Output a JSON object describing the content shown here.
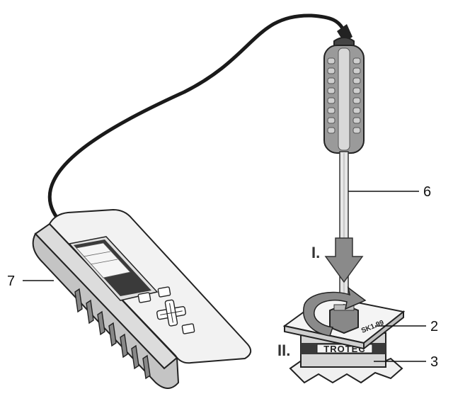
{
  "callouts": {
    "c6": "6",
    "c2": "2",
    "c3": "3",
    "c7": "7"
  },
  "steps": {
    "step1": "I.",
    "step2": "II."
  },
  "labels": {
    "brand": "TROTEC",
    "sensor_tag": "SK1.99"
  },
  "colors": {
    "outline": "#222222",
    "arrow_fill": "#8a8a8a",
    "screen": "#3a3a3a",
    "device_body": "#f2f2f2"
  },
  "icons": {
    "push_arrow": "arrow-down-icon",
    "rotate_arrow": "rotate-arrow-icon",
    "dpad": "dpad-icon"
  }
}
